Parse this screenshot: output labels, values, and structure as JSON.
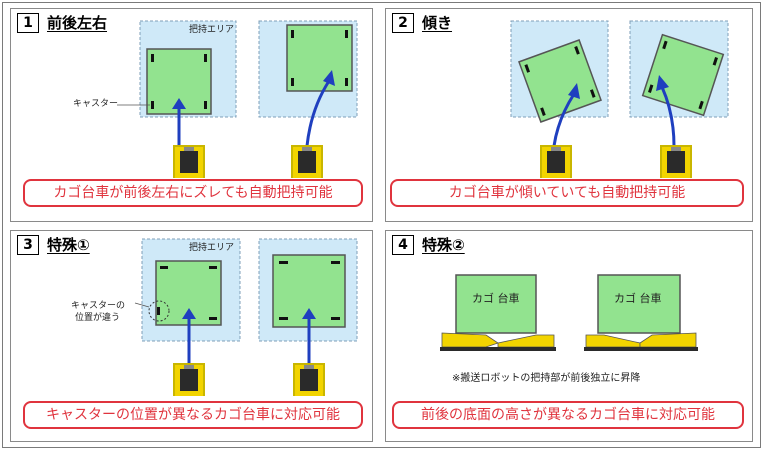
{
  "panels": [
    {
      "number": "1",
      "title": "前後左右",
      "caption": "カゴ台車が前後左右にズレても自動把持可能",
      "area_label": "把持エリア",
      "caster_label": "キャスター"
    },
    {
      "number": "2",
      "title": "傾き",
      "caption": "カゴ台車が傾いていても自動把持可能"
    },
    {
      "number": "3",
      "title": "特殊①",
      "caption": "キャスターの位置が異なるカゴ台車に対応可能",
      "area_label": "把持エリア",
      "caster_label_line1": "キャスターの",
      "caster_label_line2": "位置が違う"
    },
    {
      "number": "4",
      "title": "特殊②",
      "caption": "前後の底面の高さが異なるカゴ台車に対応可能",
      "cart_label": "カゴ 台車",
      "note": "※搬送ロボットの把持部が前後独立に昇降"
    }
  ],
  "colors": {
    "area_fill": "#cfe9f8",
    "area_border": "#7f9fb8",
    "cart_fill": "#92e38f",
    "cart_border": "#555555",
    "arrow": "#1f3fbf",
    "robot_yellow": "#f2d400",
    "caption_red": "#e0343e"
  }
}
